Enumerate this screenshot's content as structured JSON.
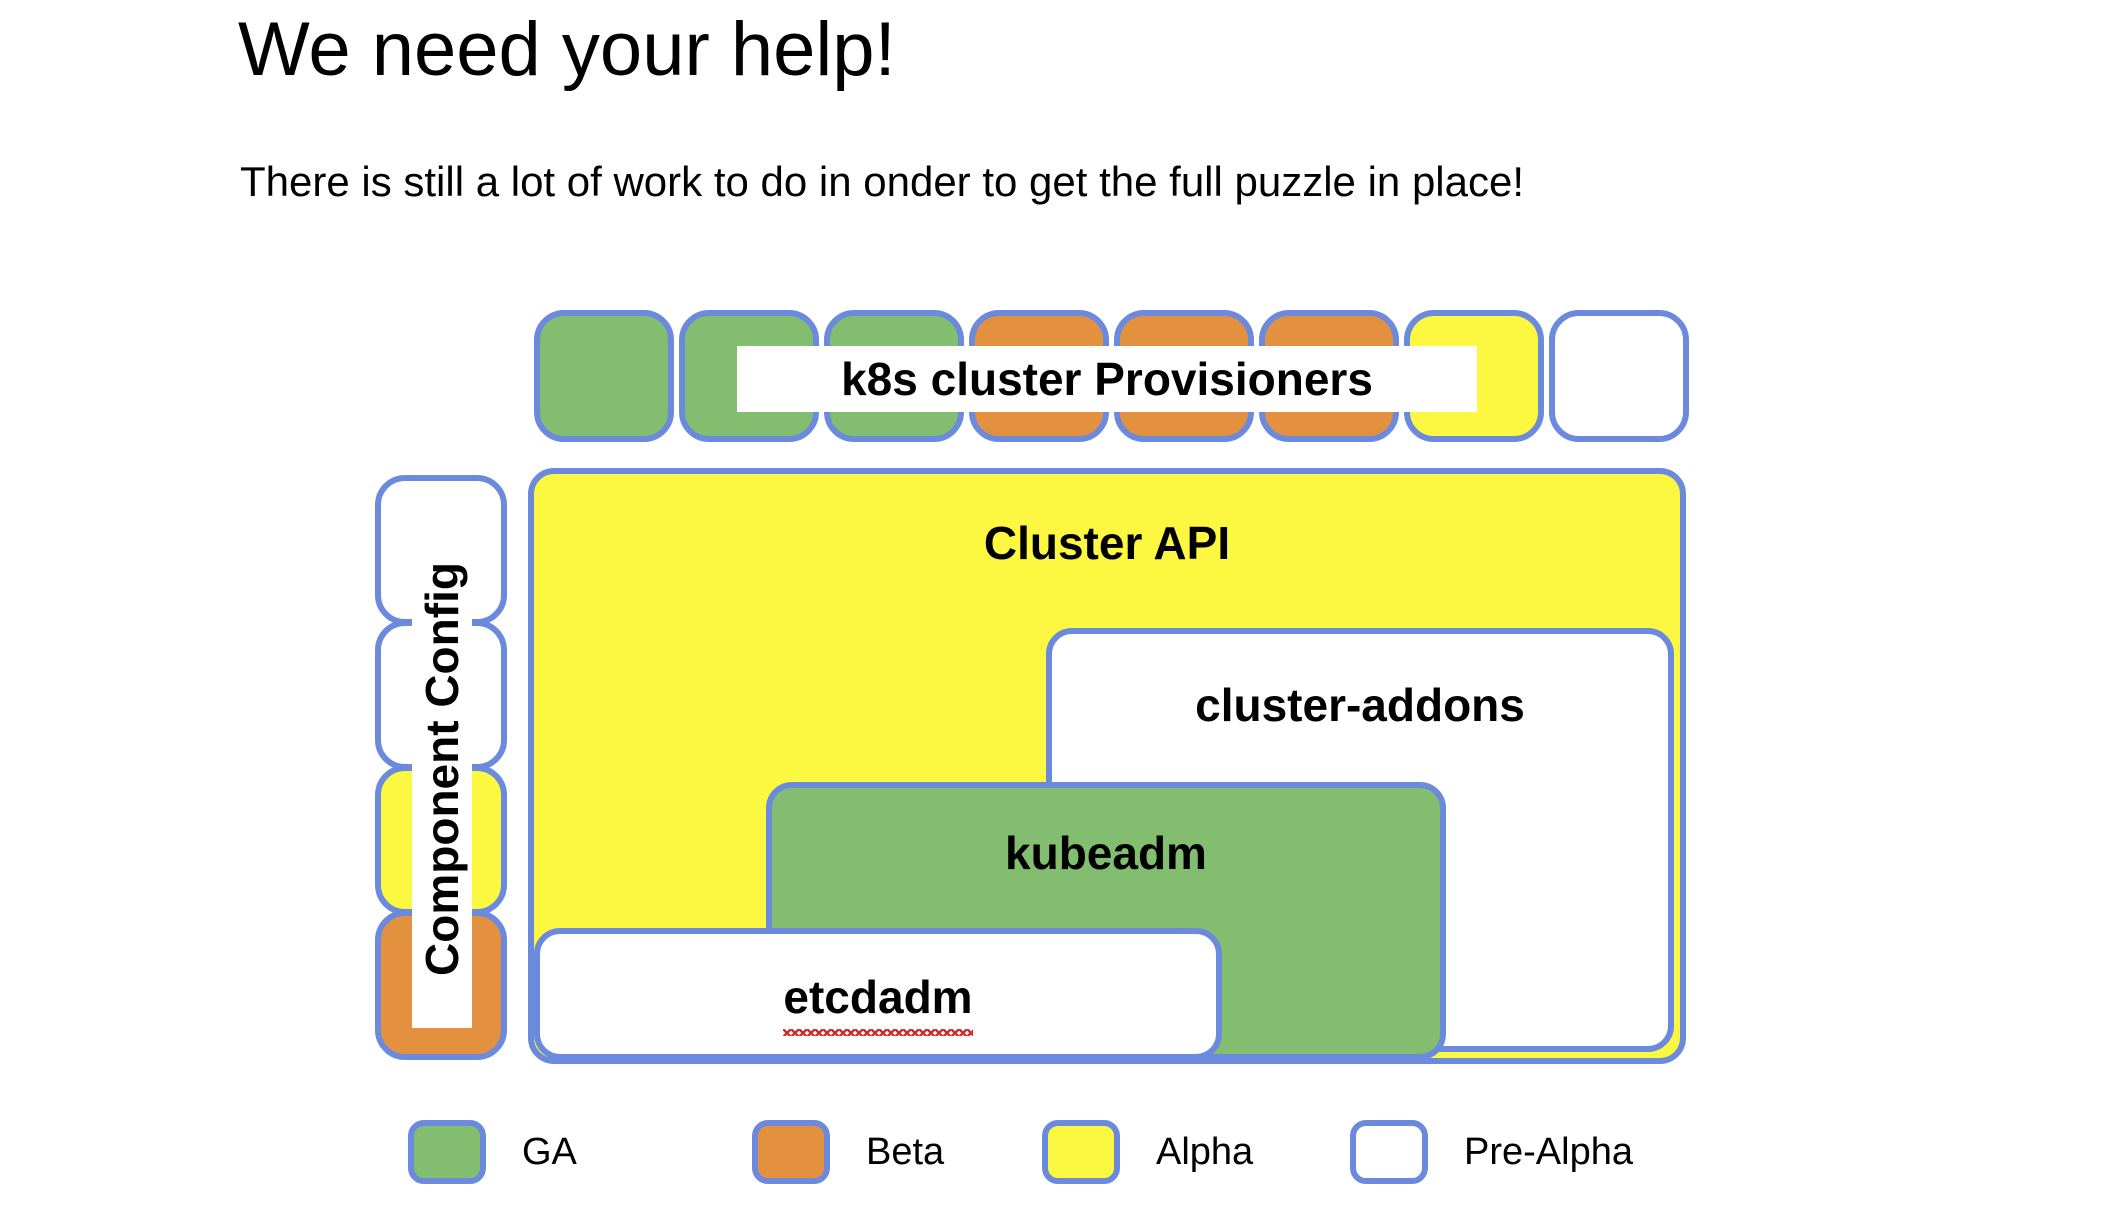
{
  "slide": {
    "title": "We need your help!",
    "subtitle": "There is still a lot of work to do in onder to get the full puzzle in place!"
  },
  "provisioners": {
    "band_label": "k8s cluster Provisioners",
    "cells": [
      {
        "status": "ga"
      },
      {
        "status": "ga"
      },
      {
        "status": "ga"
      },
      {
        "status": "beta"
      },
      {
        "status": "beta"
      },
      {
        "status": "beta"
      },
      {
        "status": "alpha"
      },
      {
        "status": "prealpha"
      }
    ]
  },
  "component_config": {
    "band_label": "Component Config",
    "cells": [
      {
        "status": "prealpha"
      },
      {
        "status": "prealpha"
      },
      {
        "status": "alpha"
      },
      {
        "status": "beta"
      }
    ]
  },
  "stack": {
    "cluster_api": {
      "label": "Cluster API",
      "status": "alpha"
    },
    "cluster_addons": {
      "label": "cluster-addons",
      "status": "prealpha"
    },
    "kubeadm": {
      "label": "kubeadm",
      "status": "ga"
    },
    "etcdadm": {
      "label": "etcdadm",
      "status": "prealpha",
      "misspelled": true
    }
  },
  "legend": {
    "items": [
      {
        "label": "GA",
        "status": "ga",
        "color": "#83bd70"
      },
      {
        "label": "Beta",
        "status": "beta",
        "color": "#e3913f"
      },
      {
        "label": "Alpha",
        "status": "alpha",
        "color": "#fcf841"
      },
      {
        "label": "Pre-Alpha",
        "status": "prealpha",
        "color": "#ffffff"
      }
    ]
  },
  "colors": {
    "border": "#6b8ade",
    "ga": "#83bd70",
    "beta": "#e3913f",
    "alpha": "#fcf841",
    "prealpha": "#ffffff",
    "text": "#000000",
    "spellcheck": "#d03030"
  }
}
